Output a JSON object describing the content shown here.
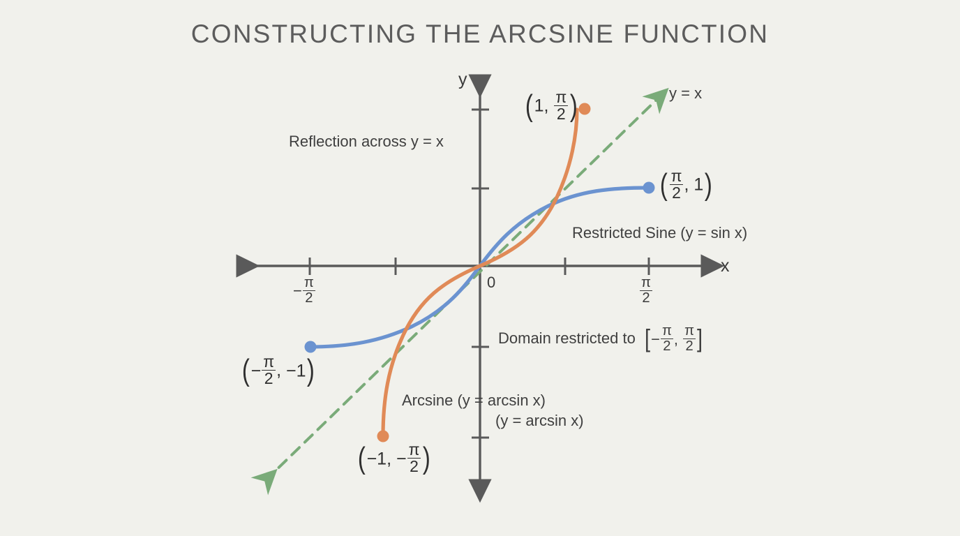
{
  "title": "CONSTRUCTING THE ARCSINE FUNCTION",
  "background_color": "#f1f1ec",
  "axes": {
    "x_label": "x",
    "y_label": "y",
    "origin_label": "0",
    "x_tick_label_left": "-π/2",
    "x_tick_label_right": "π/2",
    "axis_color": "#5a5a5a"
  },
  "annotations": {
    "reflection": "Reflection across y = x",
    "identity_line": "y = x",
    "restricted_sine": "Restricted Sine (y = sin x)",
    "domain_restricted_prefix": "Domain restricted to",
    "arcsine_line1": "Arcsine (y = arcsin x)",
    "arcsine_line2": "(y = arcsin x)"
  },
  "point_labels": {
    "arcsine_top": "(1, π/2)",
    "arcsine_bottom": "(-1, -π/2)",
    "sine_right": "(π/2, 1)",
    "sine_left": "(-π/2, -1)"
  },
  "curves": {
    "sine": {
      "name": "Restricted Sine",
      "color": "#6b93d0",
      "equation": "y = sin x",
      "domain": "[-π/2, π/2]",
      "range": "[-1, 1]",
      "endpoints": [
        "(-π/2, -1)",
        "(π/2, 1)"
      ]
    },
    "arcsine": {
      "name": "Arcsine",
      "color": "#e08a57",
      "equation": "y = arcsin x",
      "domain": "[-1, 1]",
      "range": "[-π/2, π/2]",
      "endpoints": [
        "(-1, -π/2)",
        "(1, π/2)"
      ]
    },
    "identity": {
      "name": "y = x",
      "color": "#7aab79",
      "equation": "y = x",
      "style": "dashed",
      "arrows": "both"
    }
  },
  "chart_data": {
    "type": "line",
    "title": "CONSTRUCTING THE ARCSINE FUNCTION",
    "xlabel": "x",
    "ylabel": "y",
    "xlim": [
      -2.6,
      2.6
    ],
    "ylim": [
      -2.6,
      2.6
    ],
    "grid": false,
    "legend": "inline-annotations",
    "x_ticks": [
      -1.5708,
      -0.7854,
      0,
      0.7854,
      1.5708
    ],
    "x_tick_labels": [
      "-π/2",
      "",
      "0",
      "",
      "π/2"
    ],
    "y_ticks": [
      -1.5708,
      -0.7854,
      0,
      0.7854,
      1.5708
    ],
    "y_tick_labels": [
      "",
      "",
      "0",
      "",
      ""
    ],
    "series": [
      {
        "name": "Restricted Sine (y = sin x)",
        "color": "#6b93d0",
        "style": "solid",
        "x": [
          -1.5708,
          -1.3744,
          -1.178,
          -0.9817,
          -0.7854,
          -0.589,
          -0.3927,
          -0.1963,
          0,
          0.1963,
          0.3927,
          0.589,
          0.7854,
          0.9817,
          1.178,
          1.3744,
          1.5708
        ],
        "y": [
          -1,
          -0.9808,
          -0.9239,
          -0.8315,
          -0.7071,
          -0.5556,
          -0.3827,
          -0.1951,
          0,
          0.1951,
          0.3827,
          0.5556,
          0.7071,
          0.8315,
          0.9239,
          0.9808,
          1
        ]
      },
      {
        "name": "Arcsine (y = arcsin x)",
        "color": "#e08a57",
        "style": "solid",
        "x": [
          -1,
          -0.9808,
          -0.9239,
          -0.8315,
          -0.7071,
          -0.5556,
          -0.3827,
          -0.1951,
          0,
          0.1951,
          0.3827,
          0.5556,
          0.7071,
          0.8315,
          0.9239,
          0.9808,
          1
        ],
        "y": [
          -1.5708,
          -1.3744,
          -1.178,
          -0.9817,
          -0.7854,
          -0.589,
          -0.3927,
          -0.1963,
          0,
          0.1963,
          0.3927,
          0.589,
          0.7854,
          0.9817,
          1.178,
          1.3744,
          1.5708
        ]
      },
      {
        "name": "y = x",
        "color": "#7aab79",
        "style": "dashed",
        "x": [
          -2.3,
          2.3
        ],
        "y": [
          -2.3,
          2.3
        ]
      }
    ],
    "markers": [
      {
        "label": "(1, π/2)",
        "x": 1,
        "y": 1.5708,
        "color": "#e08a57"
      },
      {
        "label": "(-1, -π/2)",
        "x": -1,
        "y": -1.5708,
        "color": "#e08a57"
      },
      {
        "label": "(π/2, 1)",
        "x": 1.5708,
        "y": 1,
        "color": "#6b93d0"
      },
      {
        "label": "(-π/2, -1)",
        "x": -1.5708,
        "y": -1,
        "color": "#6b93d0"
      }
    ],
    "annotations": [
      "Reflection across y = x",
      "Restricted Sine (y = sin x)",
      "Domain restricted to [-π/2, π/2]",
      "Arcsine (y = arcsin x)",
      "(y = arcsin x)",
      "y = x"
    ]
  }
}
